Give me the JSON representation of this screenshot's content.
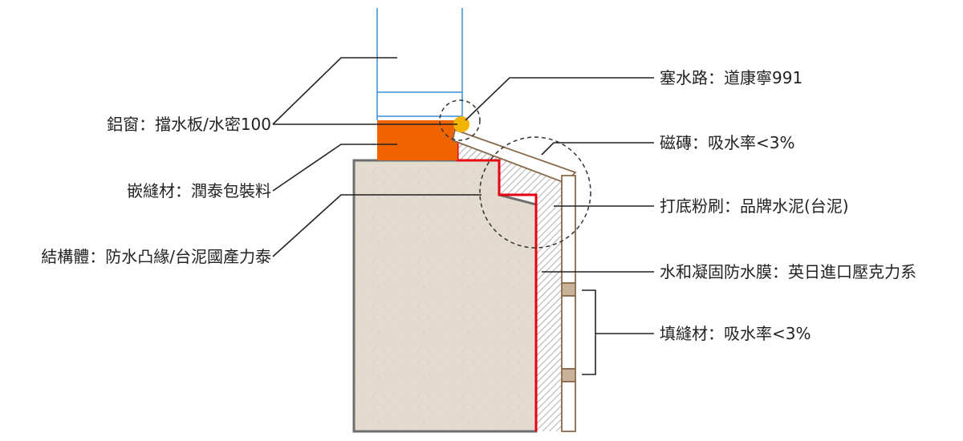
{
  "labels": {
    "window": "鋁窗：擋水板/水密100",
    "sealant_joint": "嵌縫材：潤泰包裝料",
    "structure": "結構體：防水凸緣/台泥國產力泰",
    "backer_rod": "塞水路：道康寧991",
    "tile": "磁磚：吸水率<3%",
    "mortar": "打底粉刷：品牌水泥(台泥)",
    "membrane": "水和凝固防水膜：英日進口壓克力系",
    "grout": "填縫材：吸水率<3%"
  },
  "colors": {
    "concrete_fill": "#e3dbd0",
    "concrete_edge": "#6e6e6e",
    "window_frame": "#3a8ed4",
    "sealant_block": "#f06400",
    "backer_rod": "#f2b400",
    "membrane": "#e60012",
    "tile_edge": "#8a6a4c",
    "grout_fill": "#c9b29a",
    "hatch": "#8c8c8c",
    "leader": "#222222"
  }
}
